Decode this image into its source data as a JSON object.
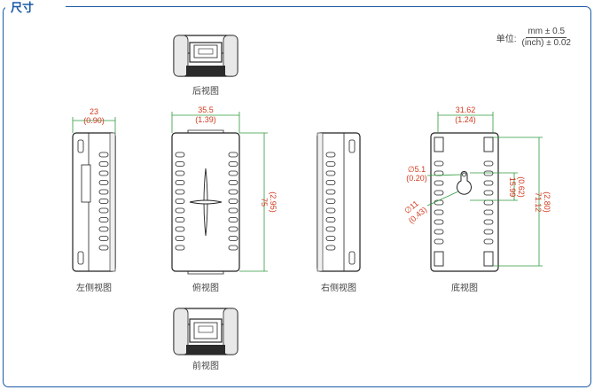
{
  "title": "尺寸",
  "unit": {
    "label": "单位:",
    "metric": "mm ± 0.5",
    "imperial": "(inch) ± 0.02"
  },
  "views": {
    "back": "后视图",
    "left": "左侧视图",
    "top": "俯视图",
    "right": "右侧视图",
    "bottom": "底视图",
    "front": "前视图"
  },
  "dims": {
    "left_width": "23",
    "left_width_in": "(0.90)",
    "top_width": "35.5",
    "top_width_in": "(1.39)",
    "top_height": "75",
    "top_height_in": "(2.95)",
    "bottom_width": "31.62",
    "bottom_width_in": "(1.24)",
    "bottom_height": "71.12",
    "bottom_height_in": "(2.80)",
    "hole_small": "∅5.1",
    "hole_small_in": "(0.20)",
    "hole_large": "∅11",
    "hole_large_in": "(0.43)",
    "hole_spacing": "15.99",
    "hole_spacing_in": "(0.62)"
  },
  "colors": {
    "frame": "#1a5aa6",
    "dimension_line": "#2e9a3c",
    "dimension_text": "#d23a1e",
    "outline": "#222222"
  }
}
